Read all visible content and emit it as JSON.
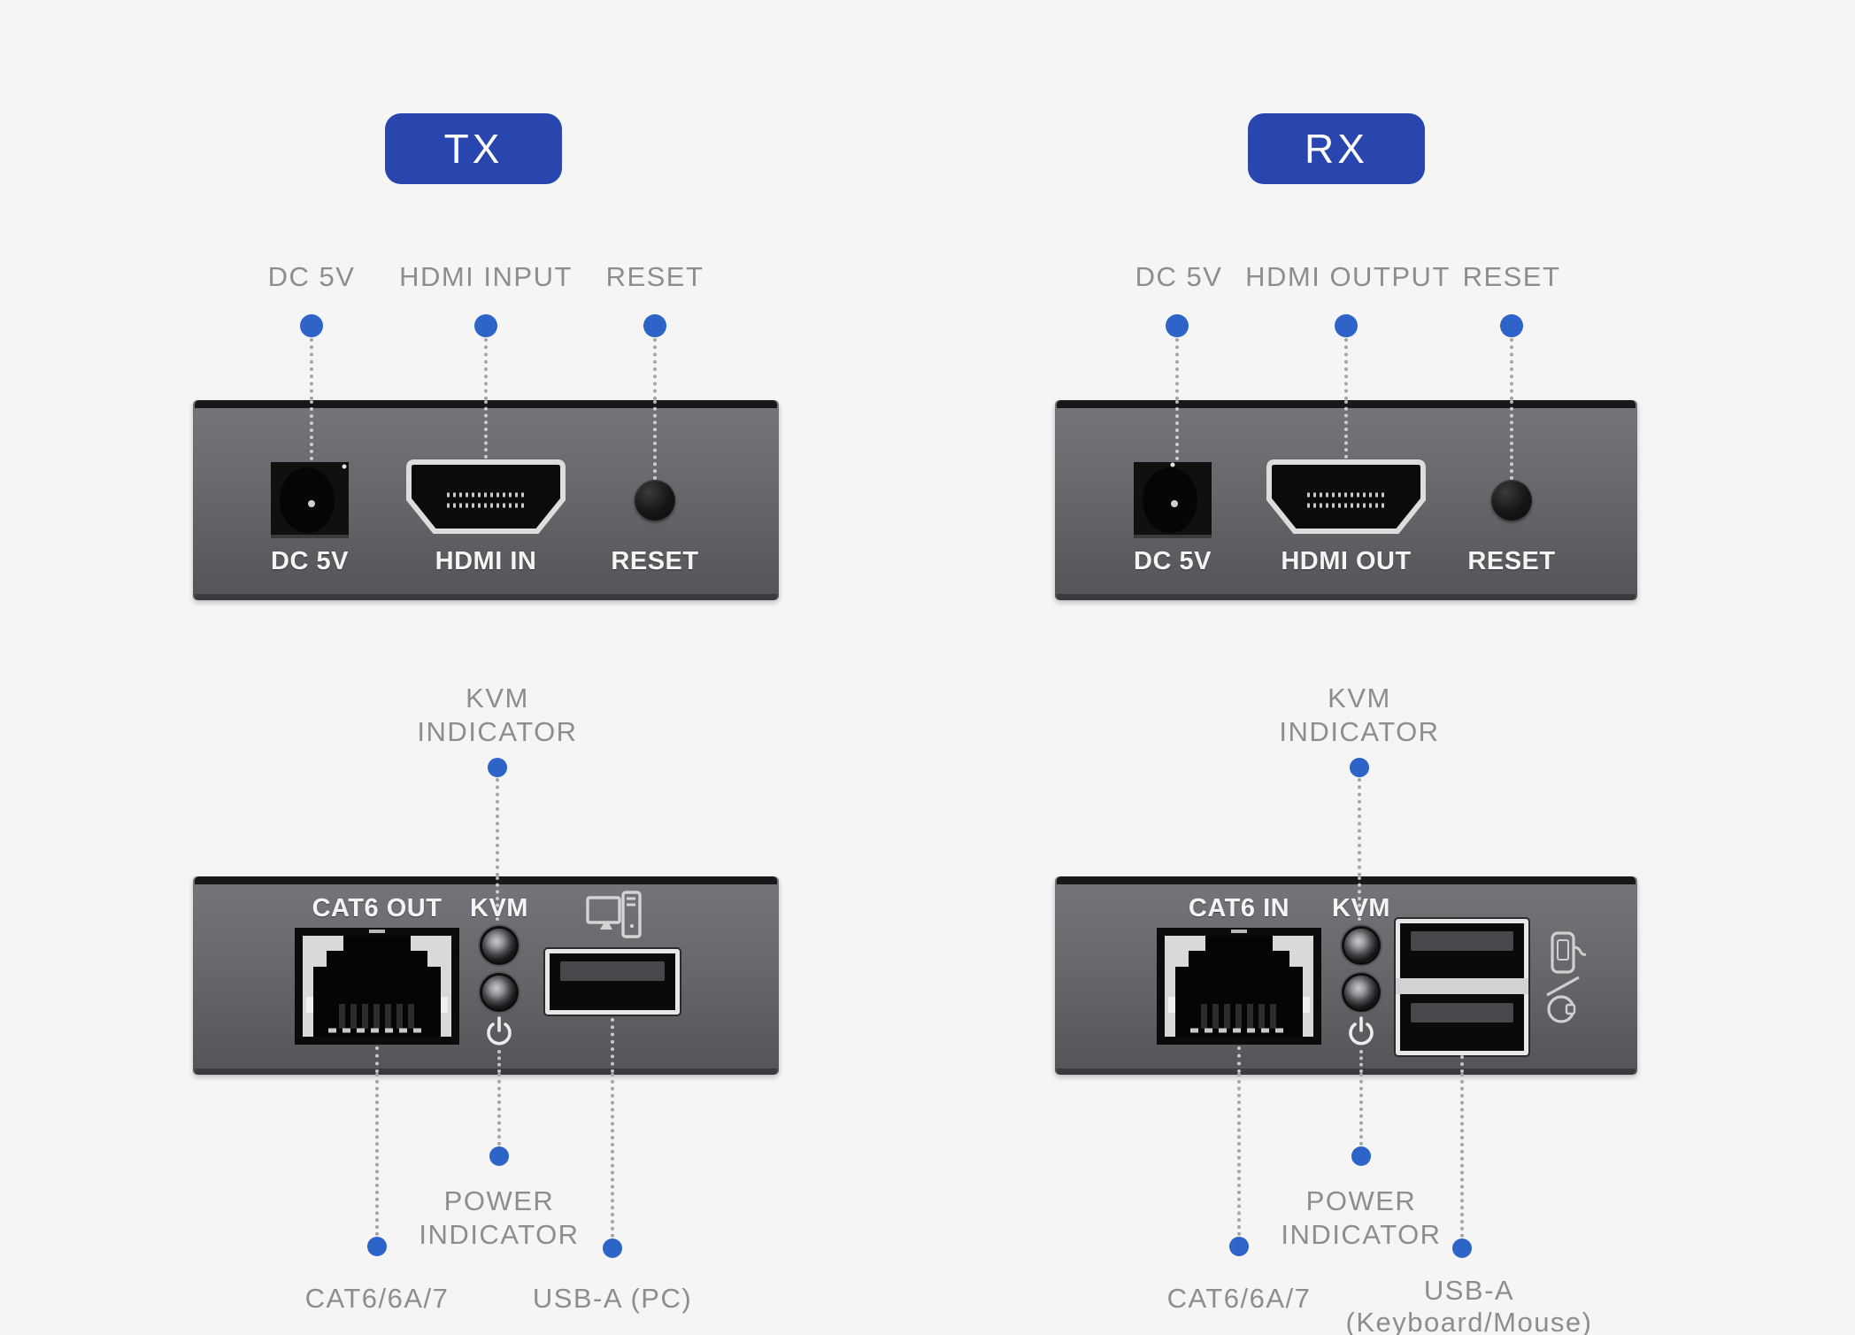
{
  "page": {
    "background": "#f5f5f6",
    "description": "HDMI KVM extender TX and RX unit port callout diagram"
  },
  "colors": {
    "badge_blue": "#2945ae",
    "dot_blue": "#2e63c8",
    "label_gray": "#8b8d8f",
    "panel_gray": "#616367",
    "panel_text": "#f4f4f4"
  },
  "icons": {
    "power": "power-icon",
    "pc_host": "pc-host-icon",
    "keyboard_mouse": "keyboard-mouse-icon",
    "led": "kvm-led-indicator"
  },
  "tx": {
    "badge": "TX",
    "top_callouts": [
      {
        "label": "DC 5V"
      },
      {
        "label": "HDMI INPUT"
      },
      {
        "label": "RESET"
      }
    ],
    "panel_top": {
      "dc_label": "DC 5V",
      "hdmi_label": "HDMI IN",
      "reset_label": "RESET"
    },
    "kvm_callout": {
      "line1": "KVM",
      "line2": "INDICATOR"
    },
    "panel_bottom": {
      "cat6_label": "CAT6 OUT",
      "kvm_label": "KVM"
    },
    "bottom_callouts": {
      "cat6": "CAT6/6A/7",
      "power_line1": "POWER",
      "power_line2": "INDICATOR",
      "usb": "USB-A (PC)"
    }
  },
  "rx": {
    "badge": "RX",
    "top_callouts": [
      {
        "label": "DC 5V"
      },
      {
        "label": "HDMI OUTPUT"
      },
      {
        "label": "RESET"
      }
    ],
    "panel_top": {
      "dc_label": "DC 5V",
      "hdmi_label": "HDMI OUT",
      "reset_label": "RESET"
    },
    "kvm_callout": {
      "line1": "KVM",
      "line2": "INDICATOR"
    },
    "panel_bottom": {
      "cat6_label": "CAT6 IN",
      "kvm_label": "KVM"
    },
    "bottom_callouts": {
      "cat6": "CAT6/6A/7",
      "power_line1": "POWER",
      "power_line2": "INDICATOR",
      "usb_line1": "USB-A",
      "usb_line2": "(Keyboard/Mouse)"
    }
  }
}
